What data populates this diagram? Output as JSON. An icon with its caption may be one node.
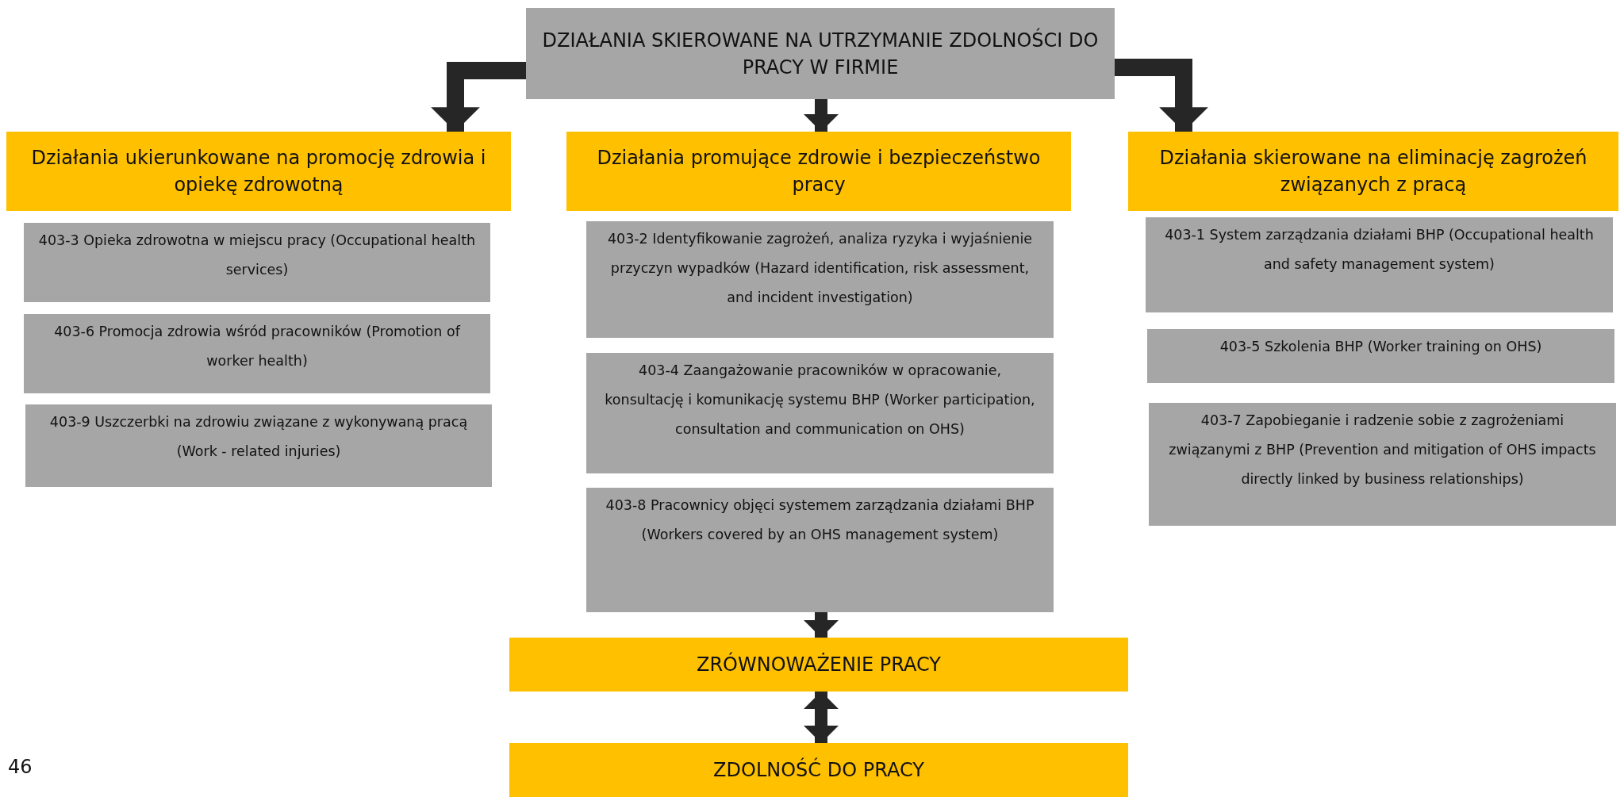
{
  "diagram": {
    "nodes": [
      {
        "text": [
          "DZIAŁANIA SKIEROWANE NA UTRZYMANIE ZDOLNOŚCI DO PRACY W FIRMIE"
        ]
      },
      {
        "text": [
          "Działania ukierunkowane na promocję zdrowia i opiekę zdrowotną"
        ]
      },
      {
        "text": [
          "Działania promujące zdrowie i bezpieczeństwo pracy"
        ]
      },
      {
        "text": [
          "Działania skierowane na eliminację zagrożeń związanych z pracą"
        ]
      },
      {
        "text": [
          "403-3 Opieka zdrowotna w miejscu pracy (Occupational health services)"
        ]
      },
      {
        "text": [
          "403-6 Promocja zdrowia wśród pracowników (Promotion of worker health)"
        ]
      },
      {
        "text": [
          "403-9 Uszczerbki na zdrowiu związane z wykonywaną pracą (Work - related injuries)"
        ]
      },
      {
        "text": [
          "403-2 Identyfikowanie zagrożeń, analiza ryzyka i wyjaśnienie przyczyn wypadków (Hazard identification, risk assessment, and incident investigation)"
        ]
      },
      {
        "text": [
          "403-4 Zaangażowanie pracowników w opracowanie, konsultację i komunikację systemu BHP (Worker participation, consultation and communication on OHS)"
        ]
      },
      {
        "text": [
          "403-8 Pracownicy objęci systemem zarządzania działami BHP (Workers covered by an OHS management system)"
        ]
      },
      {
        "text": [
          "403-1 System zarządzania działami BHP (Occupational health and safety management system)"
        ]
      },
      {
        "text": [
          "403-5 Szkolenia BHP (Worker training on OHS)"
        ]
      },
      {
        "text": [
          "403-7 Zapobieganie i radzenie sobie z zagrożeniami związanymi z BHP (Prevention and mitigation of OHS impacts directly linked by business relationships)"
        ]
      },
      {
        "text": [
          "ZRÓWNOWAŻENIE PRACY"
        ]
      },
      {
        "text": [
          "ZDOLNOŚĆ DO PRACY"
        ]
      }
    ],
    "edges": [
      {
        "from": 0,
        "to": 1,
        "arrow": "to"
      },
      {
        "from": 0,
        "to": 2,
        "arrow": "to"
      },
      {
        "from": 0,
        "to": 3,
        "arrow": "to"
      },
      {
        "from": 9,
        "to": 13,
        "arrow": "to"
      },
      {
        "from": 13,
        "to": 14,
        "arrow": "both"
      }
    ],
    "labels": [
      "46"
    ]
  }
}
